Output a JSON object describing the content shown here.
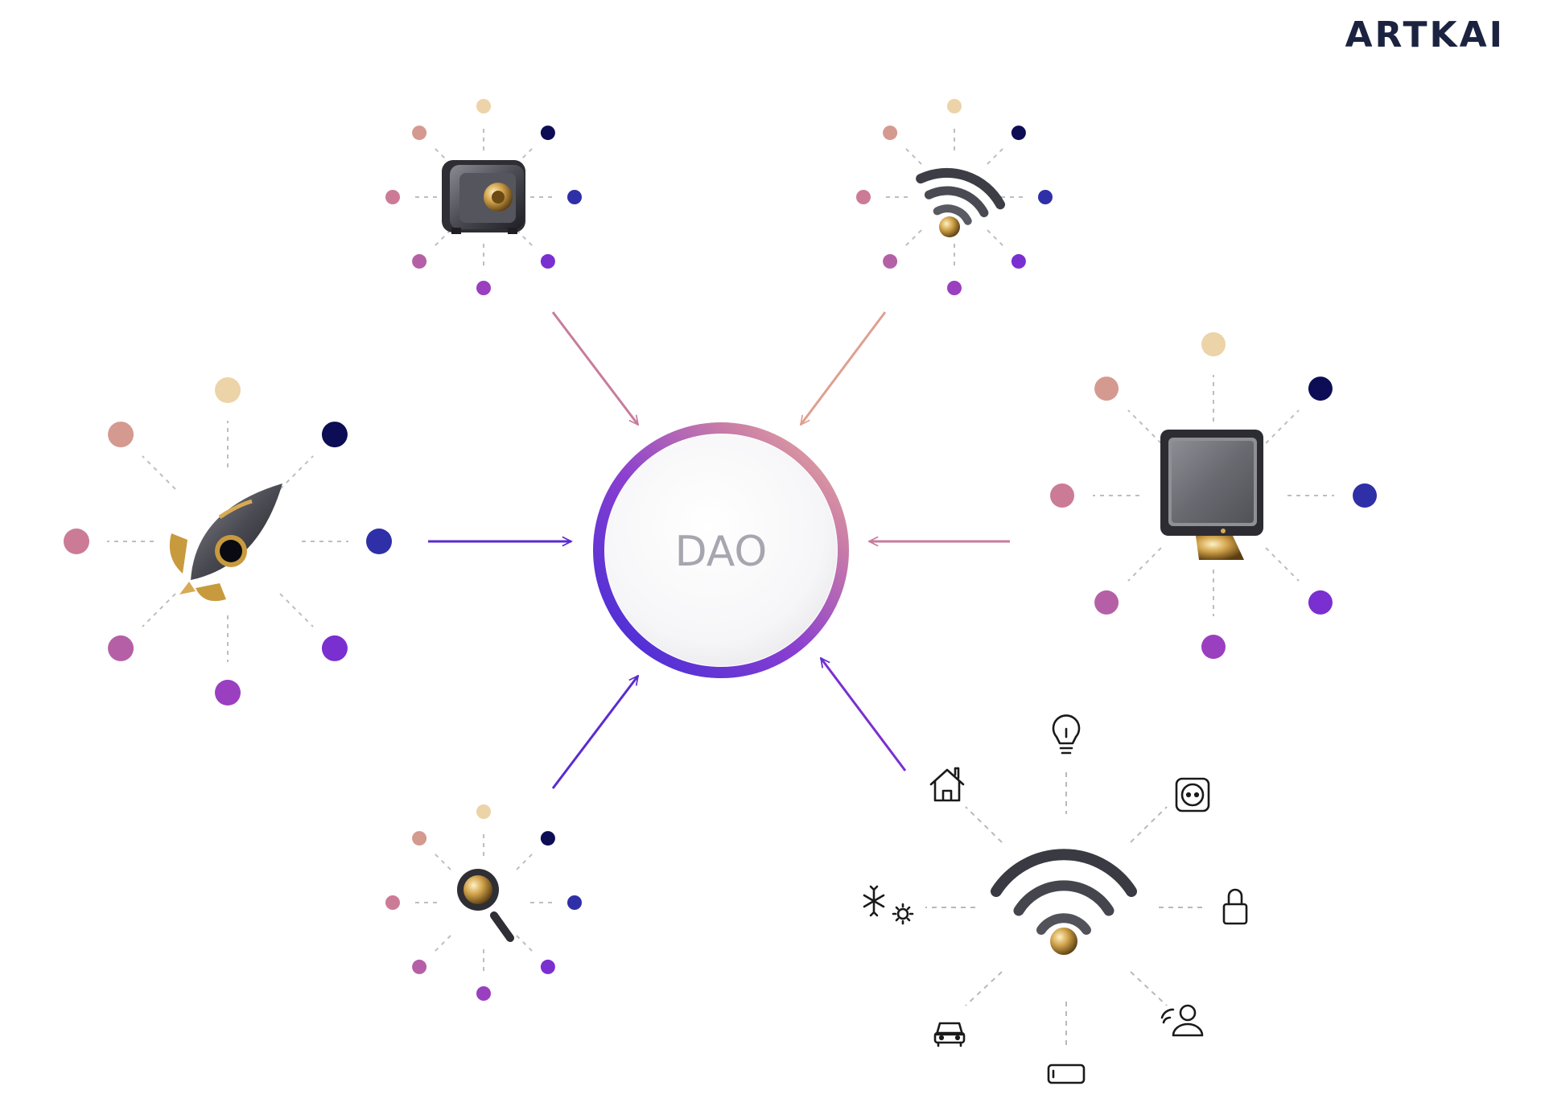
{
  "brand": {
    "name": "ARTKAI"
  },
  "center": {
    "label": "DAO"
  },
  "nodes": [
    {
      "id": "rocket",
      "icon": "rocket-icon"
    },
    {
      "id": "safe",
      "icon": "safe-icon"
    },
    {
      "id": "wifi-small",
      "icon": "wifi-icon"
    },
    {
      "id": "monitor",
      "icon": "monitor-icon"
    },
    {
      "id": "magnifier",
      "icon": "magnifier-icon"
    },
    {
      "id": "smart-home",
      "icon": "wifi-icon"
    }
  ],
  "smart_home_devices": [
    "home-icon",
    "lightbulb-icon",
    "power-socket-icon",
    "lock-icon",
    "person-wifi-icon",
    "phone-icon",
    "car-icon",
    "climate-icon"
  ],
  "colors": {
    "dot_top": "#ecd3a8",
    "dot_top_left": "#d49a8f",
    "dot_left": "#cc7b96",
    "dot_bottom_left": "#b560a6",
    "dot_bottom": "#9a3fc0",
    "dot_bottom_right": "#7a2fd0",
    "dot_right": "#2f2fa8",
    "dot_top_right": "#0d0d55",
    "arrow_purple": "#5a2bd0",
    "arrow_pink": "#c97b9c",
    "arrow_peach": "#dfa090",
    "ring_start": "#e9a796",
    "ring_end": "#4a2bd6"
  }
}
